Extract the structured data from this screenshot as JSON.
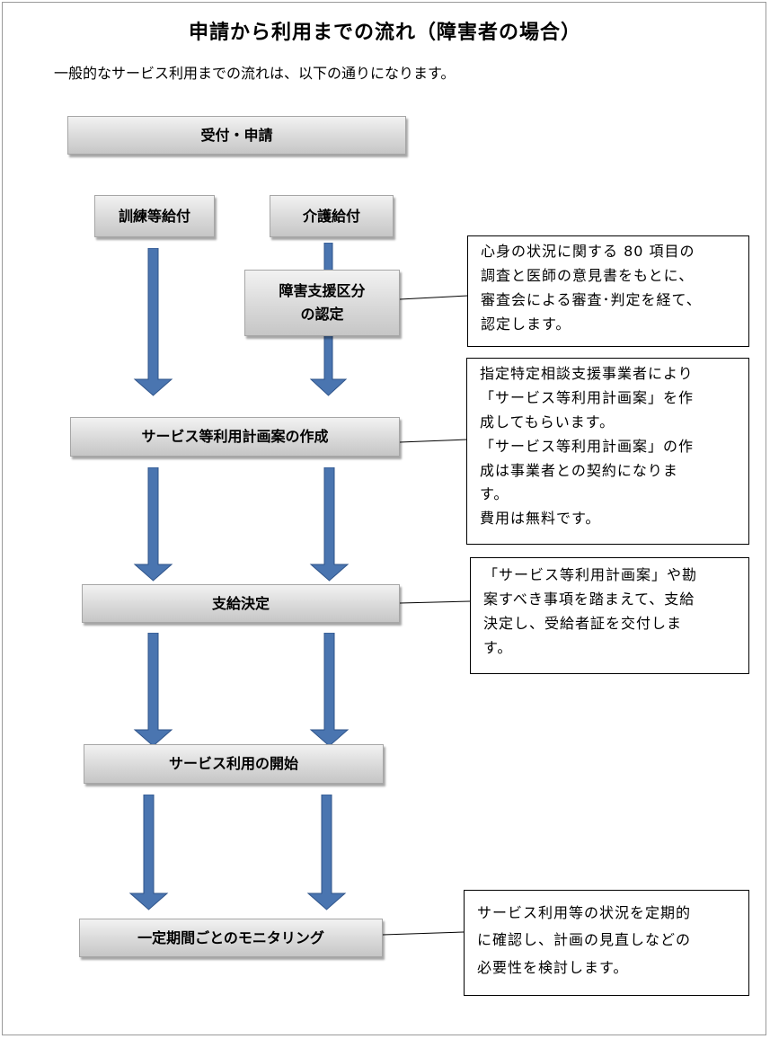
{
  "title": "申請から利用までの流れ（障害者の場合）",
  "intro": "一般的なサービス利用までの流れは、以下の通りになります。",
  "steps": {
    "reception": "受付・申請",
    "training": "訓練等給付",
    "care": "介護給付",
    "support_level": [
      "障害支援区分",
      "の認定"
    ],
    "plan": "サービス等利用計画案の作成",
    "decision": "支給決定",
    "start": "サービス利用の開始",
    "monitoring": "一定期間ごとのモニタリング"
  },
  "notes": {
    "support_level": [
      "心身の状況に関する 80 項目の",
      "調査と医師の意見書をもとに、",
      "審査会による審査･判定を経て、",
      "認定します。"
    ],
    "plan": [
      "指定特定相談支援事業者により",
      "「サービス等利用計画案」を作",
      "成してもらいます。",
      "「サービス等利用計画案」の作",
      "成は事業者との契約になりま",
      "す。",
      "費用は無料です。"
    ],
    "decision": [
      "「サービス等利用計画案」や勘",
      "案すべき事項を踏まえて、支給",
      "決定し、受給者証を交付しま",
      "す。"
    ],
    "monitoring": [
      "サービス利用等の状況を定期的",
      "に確認し、計画の見直しなどの",
      "必要性を検討します。"
    ]
  },
  "colors": {
    "arrow_fill": "#4a75b0",
    "arrow_stroke": "#2f548a",
    "box_border": "#a6a6a6"
  }
}
